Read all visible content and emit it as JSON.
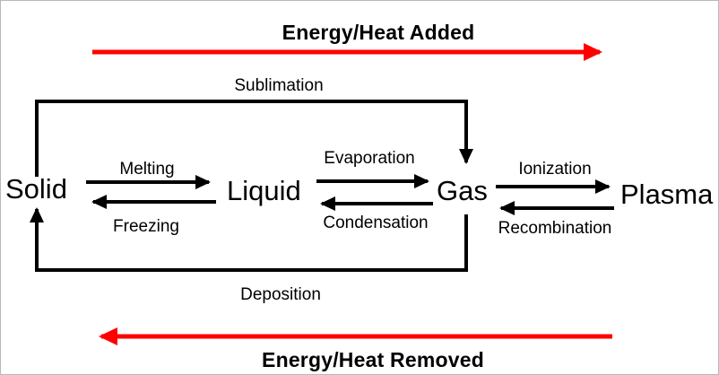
{
  "diagram": {
    "top_banner": "Energy/Heat Added",
    "bottom_banner": "Energy/Heat Removed",
    "states": {
      "solid": "Solid",
      "liquid": "Liquid",
      "gas": "Gas",
      "plasma": "Plasma"
    },
    "transitions": {
      "sublimation": "Sublimation",
      "deposition": "Deposition",
      "melting": "Melting",
      "freezing": "Freezing",
      "evaporation": "Evaporation",
      "condensation": "Condensation",
      "ionization": "Ionization",
      "recombination": "Recombination"
    },
    "colors": {
      "arrow_black": "#000000",
      "arrow_red": "#ff0000",
      "text": "#000000",
      "background": "#ffffff"
    }
  }
}
